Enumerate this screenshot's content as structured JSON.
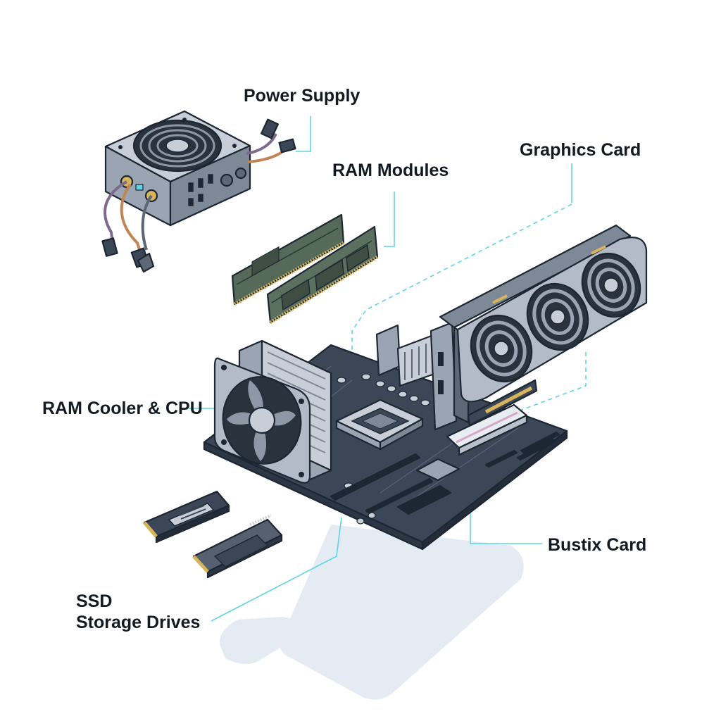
{
  "labels": {
    "power_supply": "Power Supply",
    "ram_modules": "RAM Modules",
    "graphics_card": "Graphics Card",
    "ram_cooler_cpu": "RAM Cooler & CPU",
    "bustix_card": "Bustix Card",
    "ssd_line1": "SSD",
    "ssd_line2": "Storage Drives"
  },
  "colors": {
    "callout_line": "#5fd3e6",
    "outline": "#1d2633",
    "metal_light": "#c7ced8",
    "metal_mid": "#9aa4b2",
    "metal_dark": "#5d6877",
    "pcb": "#3b4656",
    "pcb_dark": "#2c3644",
    "ram_pcb": "#566a5a",
    "gold": "#d8b45a",
    "shadow": "#e4ebf2",
    "label_text": "#141a22"
  },
  "icons": [
    "psu-fan-icon",
    "cooler-fan-icon",
    "gpu-fan-icon"
  ]
}
